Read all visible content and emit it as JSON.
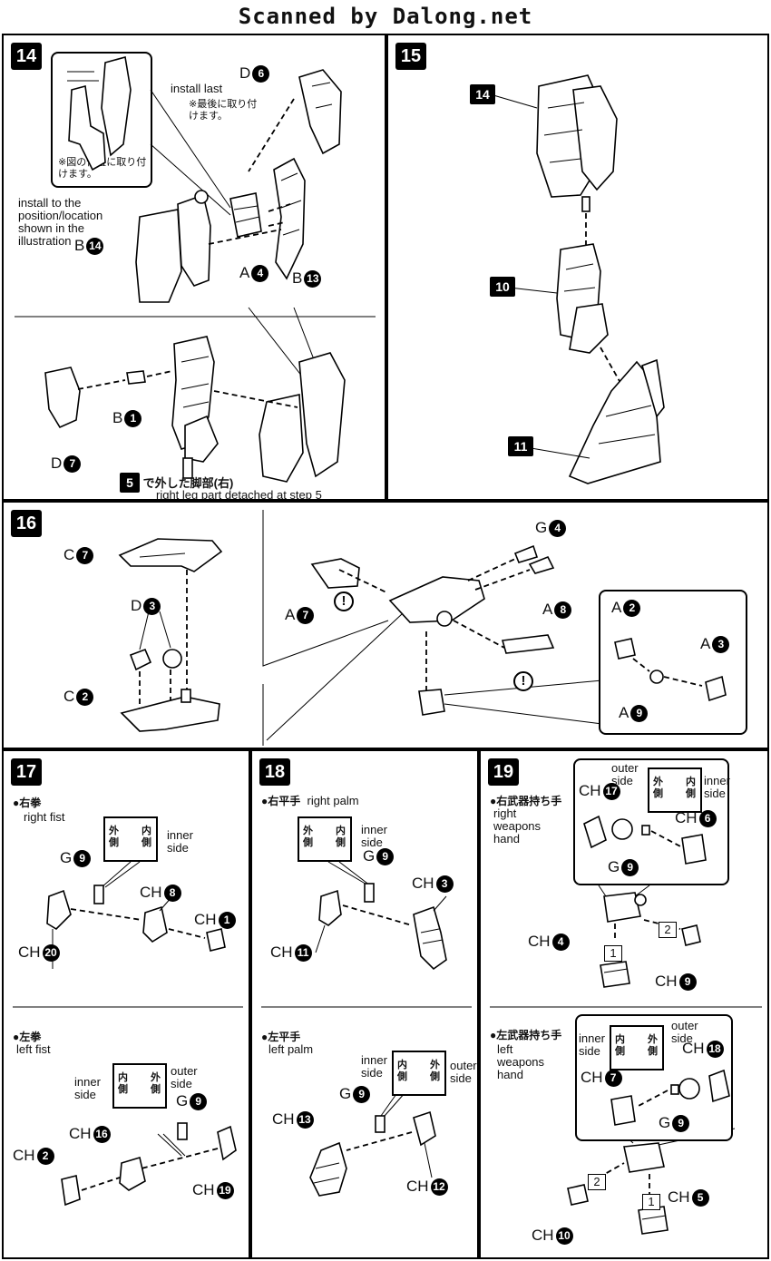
{
  "header": {
    "title": "Scanned by Dalong.net"
  },
  "steps": {
    "s14": {
      "number": "14",
      "install_last_en": "install last",
      "install_last_jp": "※最後に取り付けます。",
      "position_note_jp": "※図の位置に取り付けます。",
      "position_note_en": "install to the position/location shown in the illustration",
      "labels": {
        "b14": "B",
        "b14n": "14",
        "d6": "D",
        "d6n": "6",
        "a4": "A",
        "a4n": "4",
        "b13": "B",
        "b13n": "13",
        "b1": "B",
        "b1n": "1",
        "d7": "D",
        "d7n": "7"
      },
      "step5_num": "5",
      "step5_jp": "で外した脚部(右)",
      "step5_en": "right leg part detached at step 5"
    },
    "s15": {
      "number": "15",
      "p14": "14",
      "p10": "10",
      "p11": "11"
    },
    "s16": {
      "number": "16",
      "labels": {
        "c7": "C",
        "c7n": "7",
        "d3": "D",
        "d3n": "3",
        "c2": "C",
        "c2n": "2",
        "g4": "G",
        "g4n": "4",
        "a7": "A",
        "a7n": "7",
        "a8": "A",
        "a8n": "8",
        "a2": "A",
        "a2n": "2",
        "a3": "A",
        "a3n": "3",
        "a9": "A",
        "a9n": "9"
      },
      "excl": "!"
    },
    "s17": {
      "number": "17",
      "right_jp": "●右拳",
      "right_en": "right fist",
      "left_jp": "●左拳",
      "left_en": "left fist",
      "outer_jp": "外側",
      "inner_jp": "内側",
      "inner_en": "inner side",
      "outer_en": "outer side",
      "labels": {
        "g9": "G",
        "g9n": "9",
        "ch8": "CH",
        "ch8n": "8",
        "ch1": "CH",
        "ch1n": "1",
        "ch20": "CH",
        "ch20n": "20",
        "ch2": "CH",
        "ch2n": "2",
        "ch16": "CH",
        "ch16n": "16",
        "g9b": "G",
        "g9bn": "9",
        "ch19": "CH",
        "ch19n": "19"
      }
    },
    "s18": {
      "number": "18",
      "right_jp": "●右平手",
      "right_en": "right palm",
      "left_jp": "●左平手",
      "left_en": "left palm",
      "outer_jp": "外側",
      "inner_jp": "内側",
      "inner_en": "inner side",
      "outer_en": "outer side",
      "labels": {
        "g9": "G",
        "g9n": "9",
        "ch3": "CH",
        "ch3n": "3",
        "ch11": "CH",
        "ch11n": "11",
        "ch13": "CH",
        "ch13n": "13",
        "g9b": "G",
        "g9bn": "9",
        "ch12": "CH",
        "ch12n": "12"
      }
    },
    "s19": {
      "number": "19",
      "right_jp": "●右武器持ち手",
      "right_en": "right weapons hand",
      "left_jp": "●左武器持ち手",
      "left_en": "left weapons hand",
      "outer_jp": "外側",
      "inner_jp": "内側",
      "outer_en": "outer side",
      "inner_en": "inner side",
      "seq1": "1",
      "seq2": "2",
      "labels": {
        "ch17": "CH",
        "ch17n": "17",
        "ch6": "CH",
        "ch6n": "6",
        "g9": "G",
        "g9n": "9",
        "ch4": "CH",
        "ch4n": "4",
        "ch9": "CH",
        "ch9n": "9",
        "ch18": "CH",
        "ch18n": "18",
        "ch7": "CH",
        "ch7n": "7",
        "g9b": "G",
        "g9bn": "9",
        "ch5": "CH",
        "ch5n": "5",
        "ch10": "CH",
        "ch10n": "10"
      }
    }
  }
}
